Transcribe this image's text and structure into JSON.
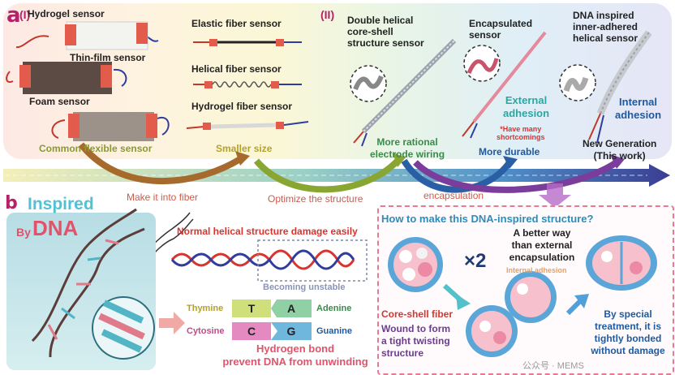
{
  "panel_a": {
    "letter": "a",
    "part1": "(I)",
    "part2": "(II)",
    "sensors": {
      "hydrogel": "Hydrogel sensor",
      "thin_film": "Thin-film sensor",
      "foam": "Foam sensor",
      "elastic_fiber": "Elastic fiber sensor",
      "helical_fiber": "Helical fiber sensor",
      "hydrogel_fiber": "Hydrogel fiber sensor",
      "double_helical_line1": "Double helical",
      "double_helical_line2": "core-shell",
      "double_helical_line3": "structure sensor",
      "encapsulated_line1": "Encapsulated",
      "encapsulated_line2": "sensor",
      "dna_line1": "DNA inspired",
      "dna_line2": "inner-adhered",
      "dna_line3": "helical sensor"
    },
    "captions": {
      "common": "Common flexible sensor",
      "smaller": "Smaller size",
      "rational_line1": "More rational",
      "rational_line2": "electrode wiring",
      "durable": "More durable",
      "newgen_line1": "New Generation",
      "newgen_line2": "(This work)"
    },
    "external_line1": "External",
    "external_line2": "adhesion",
    "shortcoming_line1": "*Have many",
    "shortcoming_line2": "shortcomings",
    "internal_line1": "Internal",
    "internal_line2": "adhesion"
  },
  "arrows": {
    "make": "Make it into fiber",
    "optimize": "Optimize the structure",
    "encapsulation": "encapsulation"
  },
  "panel_b": {
    "letter": "b",
    "inspired": "Inspired",
    "by": "By",
    "dna": "DNA",
    "damage": "Normal helical structure damage easily",
    "unstable": "Becoming unstable",
    "thymine": "Thymine",
    "t": "T",
    "a": "A",
    "adenine": "Adenine",
    "cytosine": "Cytosine",
    "c": "C",
    "g": "G",
    "guanine": "Guanine",
    "hbond_line1": "Hydrogen bond",
    "hbond_line2": "prevent DNA from unwinding",
    "question": "How to make this DNA-inspired structure?",
    "times2": "×2",
    "better_line1": "A better way",
    "better_line2": "than external",
    "better_line3": "encapsulation",
    "internal_adhesion": "Internal adhesion",
    "core_shell": "Core-shell fiber",
    "wound_line1": "Wound to form",
    "wound_line2": "a tight twisting",
    "wound_line3": "structure",
    "special_line1": "By special",
    "special_line2": "treatment, it is",
    "special_line3": "tightly bonded",
    "special_line4": "without damage"
  },
  "watermark": "公众号 · MEMS",
  "colors": {
    "magenta": "#b5226a",
    "green": "#8aa632",
    "teal": "#2aa7a0",
    "blue": "#1f5aa0",
    "red": "#d8352f",
    "purple": "#6b3d8f"
  }
}
